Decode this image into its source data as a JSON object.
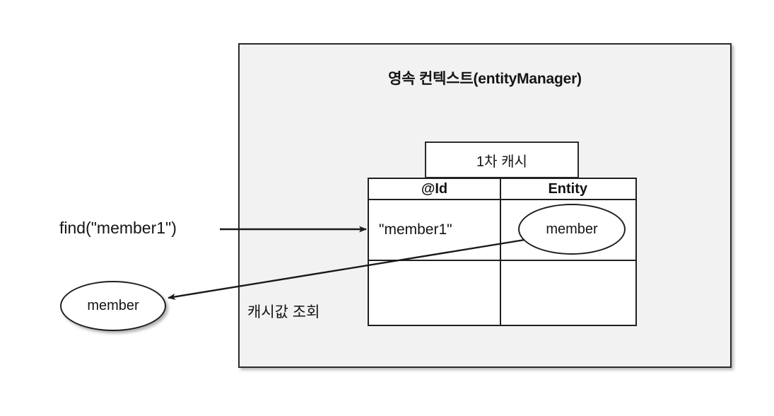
{
  "diagram": {
    "title": "영속 컨텍스트(entityManager)",
    "background_color": "#ffffff",
    "context_fill": "#f2f2f2",
    "stroke_color": "#1f1f1f",
    "cache_caption": "1차 캐시",
    "table": {
      "headers": [
        "@Id",
        "Entity"
      ],
      "rows": [
        {
          "id": "\"member1\"",
          "entity": "member"
        },
        {
          "id": "",
          "entity": ""
        }
      ]
    },
    "labels": {
      "find_call": "find(\"member1\")",
      "cache_read": "캐시값 조회",
      "result_entity": "member"
    },
    "arrows": [
      {
        "name": "find-arrow",
        "from": "find(\"member1\")",
        "to": "@Id cell",
        "direction": "right"
      },
      {
        "name": "cache-read-arrow",
        "from": "Entity ellipse",
        "to": "member result ellipse",
        "direction": "left"
      }
    ]
  }
}
